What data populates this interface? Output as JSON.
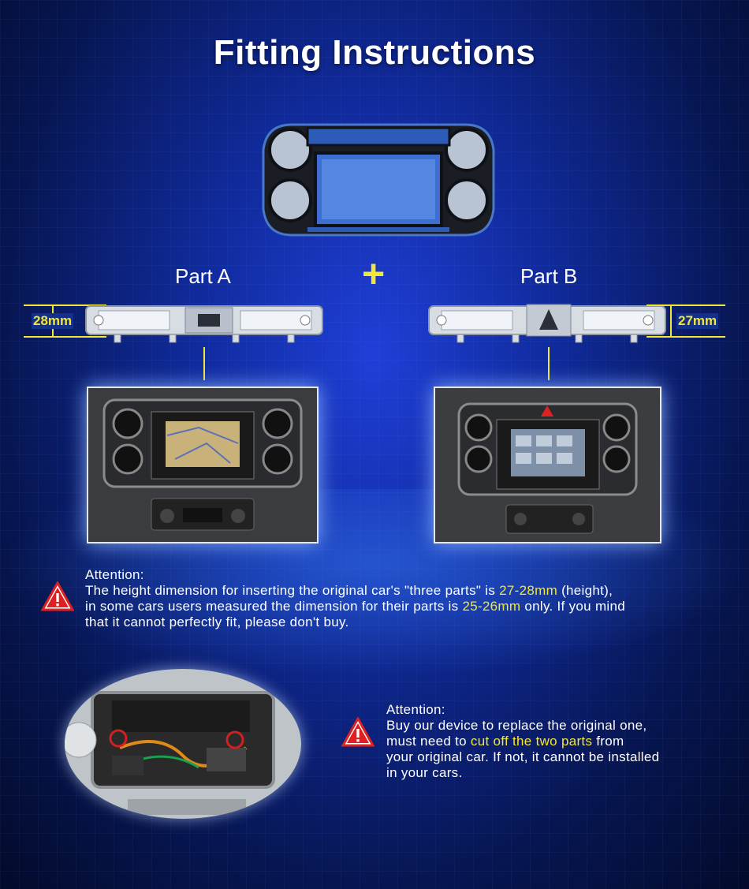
{
  "title": "Fitting Instructions",
  "part_a": {
    "label": "Part A",
    "dimension": "28mm"
  },
  "part_b": {
    "label": "Part B",
    "dimension": "27mm"
  },
  "plus_sign": "+",
  "attention1": {
    "heading": "Attention:",
    "line1_pre": "The height dimension for inserting the original car's \"three parts\" is ",
    "line1_hl": "27-28mm",
    "line1_post": " (height),",
    "line2_pre": "in some cars users measured the dimension for their parts is ",
    "line2_hl": "25-26mm",
    "line2_post": " only. If you mind",
    "line3": "that it cannot perfectly fit, please don't buy."
  },
  "attention2": {
    "heading": "Attention:",
    "line1": "Buy our device to replace the original one,",
    "line2_pre": "must need to ",
    "line2_hl": "cut off the two parts",
    "line2_post": " from",
    "line3": "your original car. If not, it cannot be installed",
    "line4": "in your cars."
  },
  "colors": {
    "highlight": "#f2e636",
    "background": "#102a9a",
    "warning": "#e02020"
  },
  "icons": [
    "warning-triangle-icon"
  ]
}
